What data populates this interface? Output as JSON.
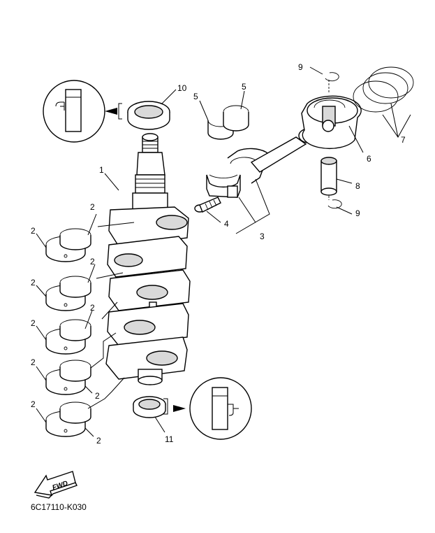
{
  "labels": {
    "p1": "1",
    "p2": "2",
    "p3": "3",
    "p4": "4",
    "p5": "5",
    "p6": "6",
    "p7": "7",
    "p8": "8",
    "p9": "9",
    "p10": "10",
    "p11": "11"
  },
  "fwd_text": "FWD",
  "diagram_code": "6C17110-K030"
}
